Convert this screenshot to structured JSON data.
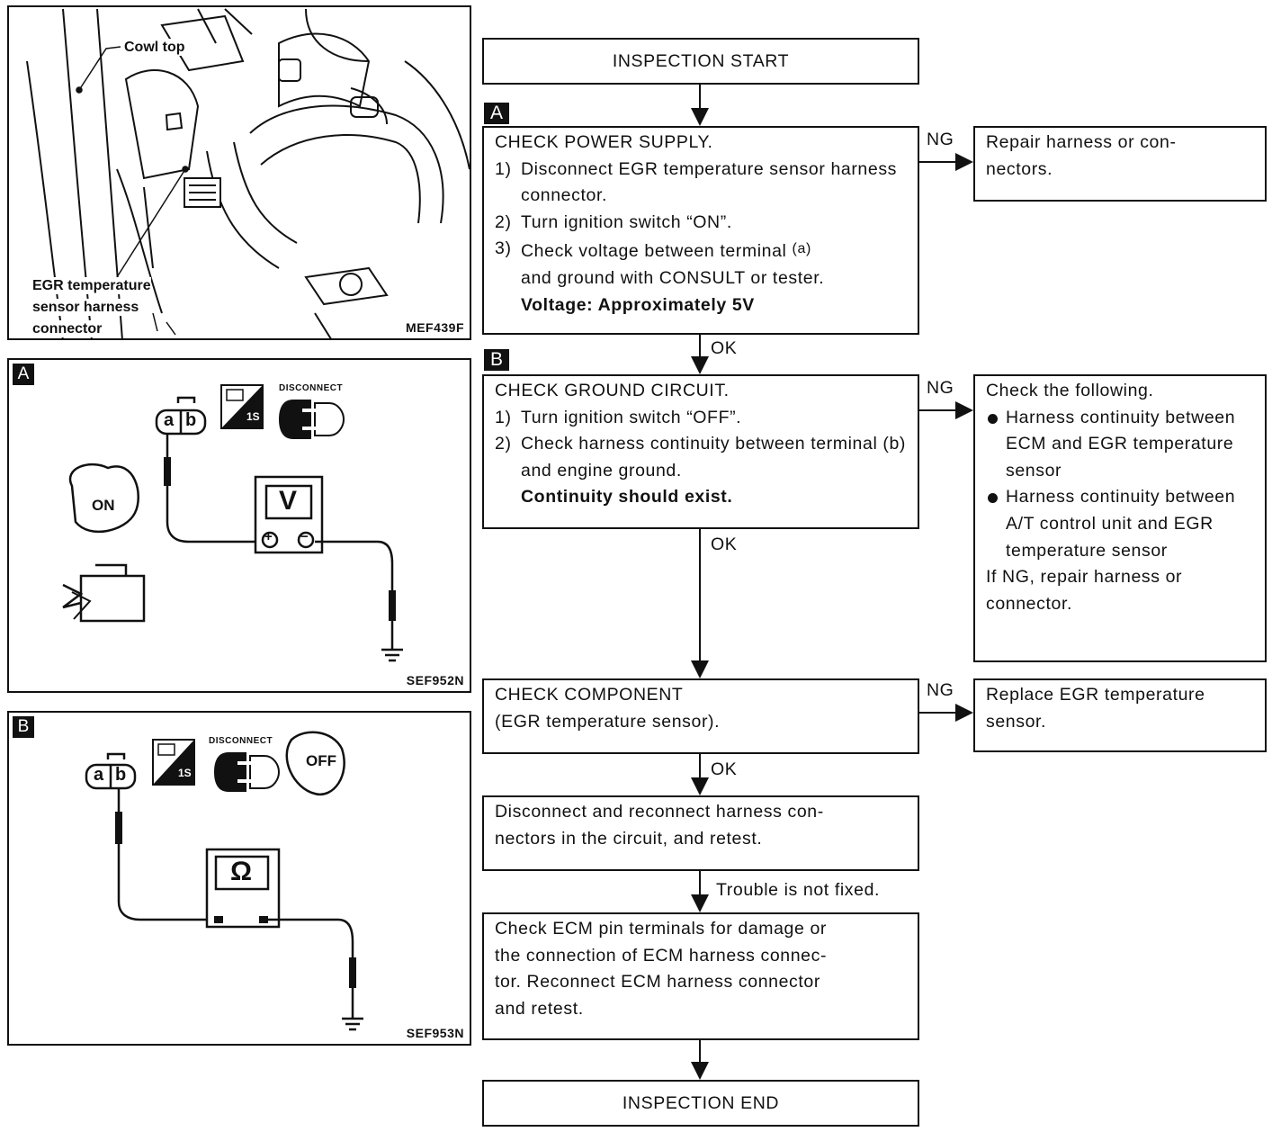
{
  "photo_panel": {
    "label_cowl": "Cowl top",
    "label_sensor_l1": "EGR temperature",
    "label_sensor_l2": "sensor harness",
    "label_sensor_l3": "connector",
    "code": "MEF439F"
  },
  "panel_a": {
    "tag": "A",
    "terminal_a": "a",
    "terminal_b": "b",
    "disconnect": "DISCONNECT",
    "ignition": "ON",
    "meter_symbol": "V",
    "plus": "+",
    "minus": "−",
    "time_icon": "1S",
    "code": "SEF952N"
  },
  "panel_b": {
    "tag": "B",
    "terminal_a": "a",
    "terminal_b": "b",
    "disconnect": "DISCONNECT",
    "ignition": "OFF",
    "meter_symbol": "Ω",
    "time_icon": "1S",
    "code": "SEF953N"
  },
  "flow": {
    "start": "INSPECTION START",
    "tag_a": "A",
    "tag_b": "B",
    "ok": "OK",
    "ng": "NG",
    "trouble": "Trouble is not fixed.",
    "power": {
      "title": "CHECK POWER SUPPLY.",
      "s1n": "1)",
      "s1": "Disconnect EGR temperature sensor harness connector.",
      "s2n": "2)",
      "s2": "Turn ignition switch “ON”.",
      "s3n": "3)",
      "s3a": "Check voltage between terminal",
      "s3term": "(a)",
      "s3b": "and ground with CONSULT or tester.",
      "result": "Voltage: Approximately 5V"
    },
    "power_ng": "Repair harness or con-\nnectors.",
    "ground": {
      "title": "CHECK GROUND CIRCUIT.",
      "s1n": "1)",
      "s1": "Turn ignition switch “OFF”.",
      "s2n": "2)",
      "s2": "Check harness continuity between terminal  (b) and engine ground.",
      "result": "Continuity should exist."
    },
    "ground_ng": {
      "intro": "Check the following.",
      "b1": "Harness continuity between ECM and EGR temperature sensor",
      "b2": "Harness continuity between A/T control unit and EGR temperature sensor",
      "outro": "If NG, repair harness or connector."
    },
    "component": "CHECK COMPONENT\n(EGR temperature sensor).",
    "component_ng": "Replace EGR temperature\nsensor.",
    "reconnect": "Disconnect and reconnect harness con-\nnectors in the circuit, and retest.",
    "ecm": "Check ECM pin terminals for damage or\nthe connection of ECM harness connec-\ntor. Reconnect ECM harness connector\nand retest.",
    "end": "INSPECTION END"
  }
}
